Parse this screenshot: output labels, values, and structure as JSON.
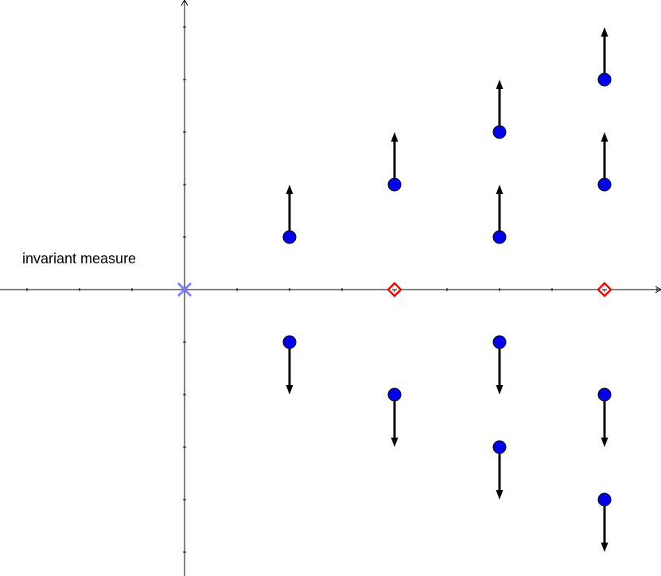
{
  "annotation": "invariant measure",
  "colors": {
    "axis": "#000000",
    "point_fill": "#0000ee",
    "point_stroke": "#000000",
    "arrow": "#000000",
    "diamond": "#ff0000",
    "cross": "#7f7fff"
  },
  "chart_data": {
    "type": "scatter",
    "grid": false,
    "xlim": [
      -3.5,
      9.0
    ],
    "ylim": [
      -5.4,
      5.45
    ],
    "x_ticks": [
      -3,
      -2,
      -1,
      1,
      2,
      3,
      4,
      5,
      6,
      7,
      8,
      9
    ],
    "y_ticks": [
      -5,
      -4,
      -3,
      -2,
      -1,
      1,
      2,
      3,
      4,
      5
    ],
    "cross_marker": {
      "x": 0,
      "y": 0
    },
    "diamond_markers": [
      {
        "x": 4,
        "y": 0
      },
      {
        "x": 8,
        "y": 0
      }
    ],
    "points": [
      {
        "x": 2,
        "y": 1,
        "dir": "up"
      },
      {
        "x": 2,
        "y": -1,
        "dir": "down"
      },
      {
        "x": 4,
        "y": 2,
        "dir": "up"
      },
      {
        "x": 4,
        "y": -2,
        "dir": "down"
      },
      {
        "x": 6,
        "y": 3,
        "dir": "up"
      },
      {
        "x": 6,
        "y": 1,
        "dir": "up"
      },
      {
        "x": 6,
        "y": -1,
        "dir": "down"
      },
      {
        "x": 6,
        "y": -3,
        "dir": "down"
      },
      {
        "x": 8,
        "y": 4,
        "dir": "up"
      },
      {
        "x": 8,
        "y": 2,
        "dir": "up"
      },
      {
        "x": 8,
        "y": -2,
        "dir": "down"
      },
      {
        "x": 8,
        "y": -4,
        "dir": "down"
      }
    ],
    "arrow_length": 1
  }
}
